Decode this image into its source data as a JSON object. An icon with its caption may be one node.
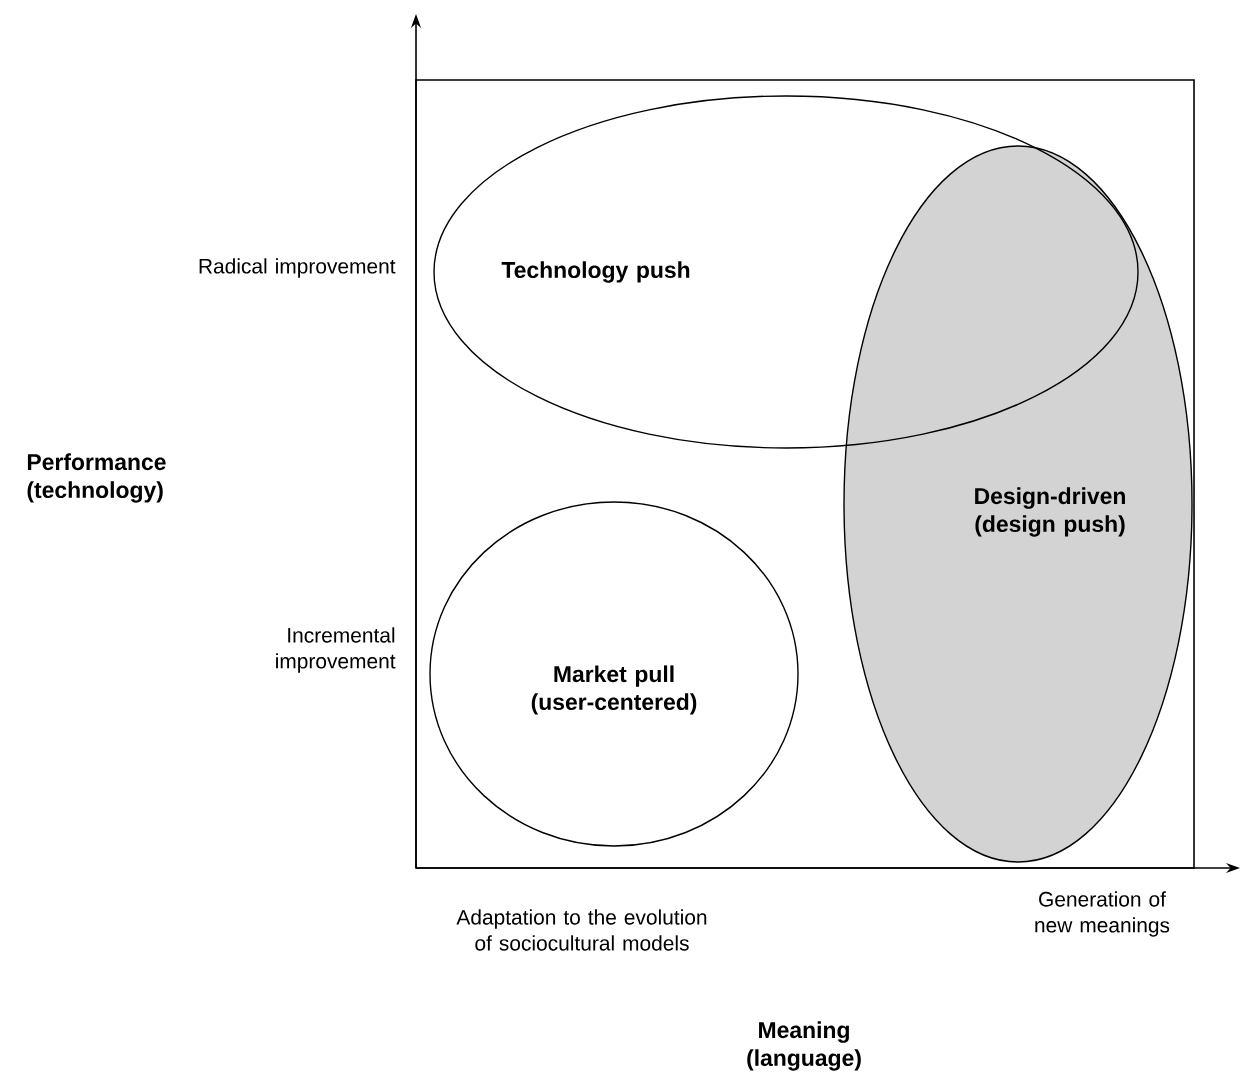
{
  "diagram": {
    "nodes": [
      {
        "text": [
          "Technology push"
        ]
      },
      {
        "text": [
          "Design-driven (design push)"
        ]
      },
      {
        "text": [
          "Market pull (user-centered)"
        ]
      }
    ],
    "labels": [
      "Radical improvement",
      "Performance (technology)",
      "Incremental improvement",
      "Adaptation to the evolution of sociocultural models",
      "Generation of new meanings",
      "Meaning (language)"
    ]
  }
}
